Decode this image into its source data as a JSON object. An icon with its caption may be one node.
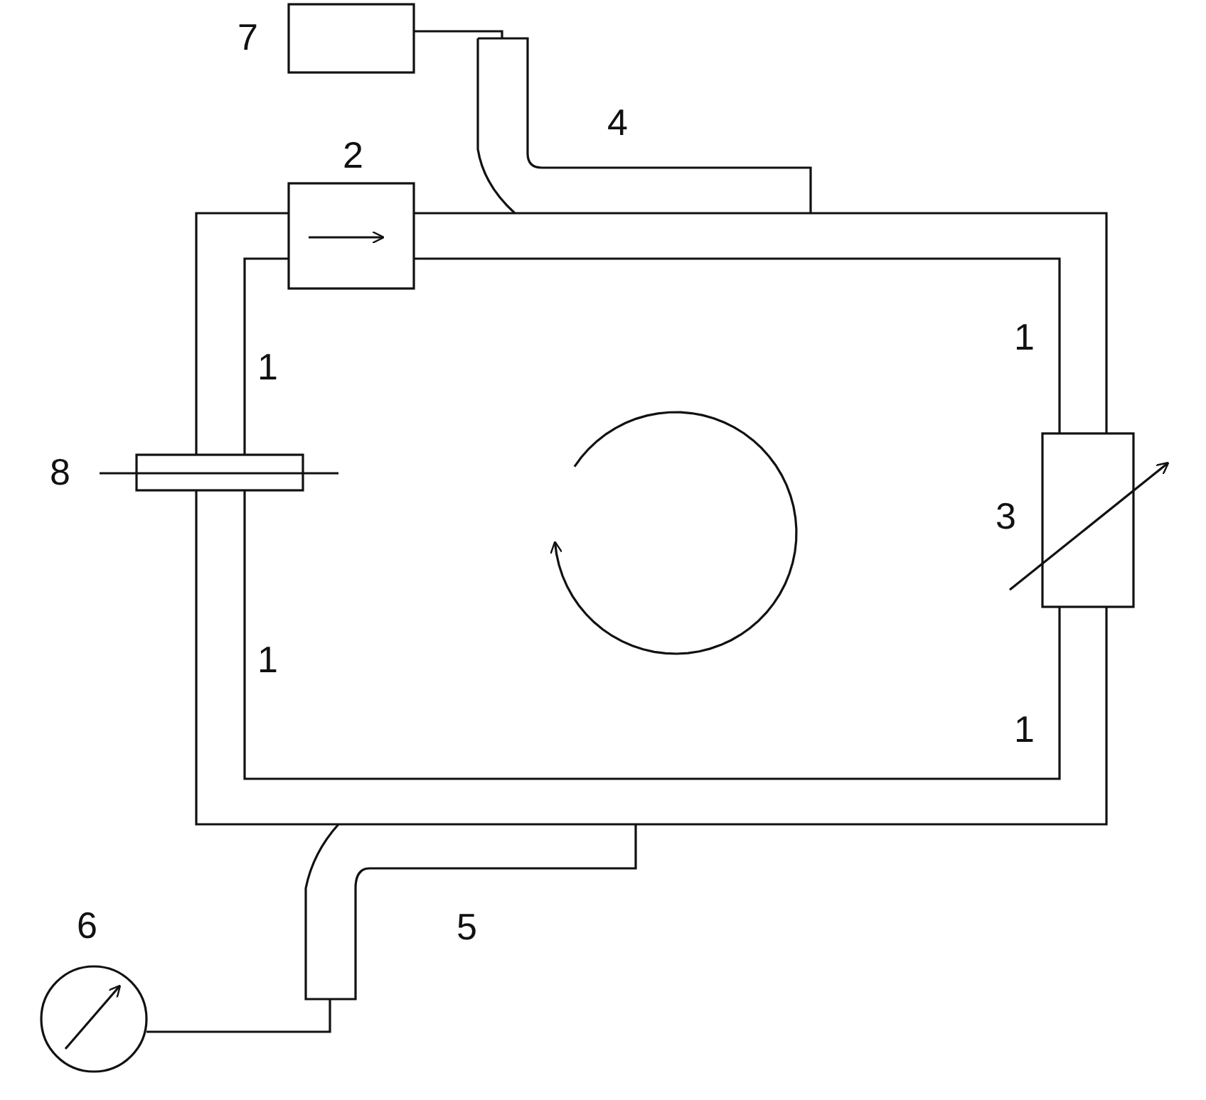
{
  "diagram": {
    "nodes": [
      {
        "text": [],
        "shape": "box",
        "beside": [
          "7"
        ]
      },
      {
        "text": [],
        "shape": "pipe"
      },
      {
        "text": [],
        "shape": "pipe"
      },
      {
        "text": [],
        "shape": "circle",
        "beside": [
          "6"
        ]
      }
    ],
    "edges": [
      {
        "from": 0,
        "to": 1,
        "arrow": "none"
      },
      {
        "from": 3,
        "to": 2,
        "arrow": "none"
      }
    ],
    "labels": [
      "2",
      "4",
      "1",
      "1",
      "8",
      "3",
      "1",
      "1",
      "5"
    ]
  }
}
